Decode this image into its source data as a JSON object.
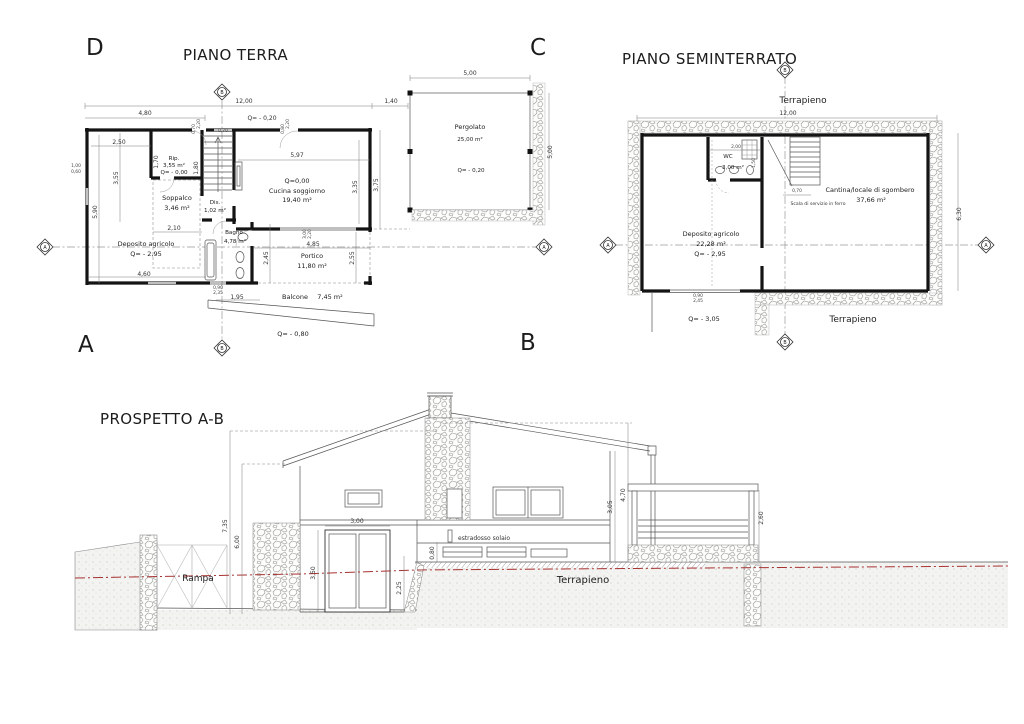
{
  "markers": {
    "a": "A",
    "b": "B"
  },
  "pt": {
    "letter_top": "D",
    "letter_bottom": "A",
    "title": "PIANO TERRA",
    "q_top": "Q= - 0,20",
    "rooms": {
      "rip": {
        "name": "Rip.",
        "area": "3,55 m²",
        "q": "Q= - 0,00"
      },
      "soppalco": {
        "name": "Soppalco",
        "area": "3,46 m²"
      },
      "dis": {
        "name": "Dis.",
        "area": "1,02 m²"
      },
      "bagno": {
        "name": "Bagno",
        "area": "4,78 m²"
      },
      "deposito": {
        "name": "Deposito agricolo",
        "q": "Q= - 2,95"
      },
      "cucina": {
        "q": "Q=0,00",
        "name": "Cucina soggiorno",
        "area": "19,40 m²"
      },
      "portico": {
        "name": "Portico",
        "area": "11,80 m²"
      },
      "balcone": {
        "name": "Balcone",
        "area": "7,45 m²",
        "q": "Q= - 0,80"
      },
      "pergolato": {
        "name": "Pergolato",
        "area": "25,00 m²",
        "q": "Q= - 0,20"
      }
    },
    "dims": {
      "total_w": "12,00",
      "left_w": "4,80",
      "gap_w": "1,40",
      "door_top1_w": "0,70",
      "door_top1_h": "2,20",
      "win_top_w": "0,70",
      "door_top2_w": "0,80",
      "door_top2_h": "2,20",
      "dep_w": "2,50",
      "rip_h": "1,70",
      "stair_w": "1,80",
      "win_left_w": "1,00",
      "win_left_h": "0,60",
      "dep_n_h": "3,55",
      "dep_h": "5,90",
      "sopp_w": "2,10",
      "cucina_w": "5,97",
      "cucina_h": "3,35",
      "east_h": "3,75",
      "bagno_h": "2,45",
      "portico_w": "4,85",
      "portico_h": "2,55",
      "door_portico_w": "3,00",
      "door_portico_h": "2,20",
      "bottom_w": "4,60",
      "door_bottom_w": "0,90",
      "door_bottom_h": "2,35",
      "balcone_w": "1,95",
      "pergolato_w": "5,00",
      "pergolato_h": "5,00"
    }
  },
  "ps": {
    "letter_top": "C",
    "letter_bottom": "B",
    "title": "PIANO SEMINTERRATO",
    "terrapieno_top": "Terrapieno",
    "terrapieno_bottom": "Terrapieno",
    "q_court": "Q= - 3,05",
    "note_stair": "Scala di servizio in ferro",
    "rooms": {
      "wc": {
        "name": "WC",
        "area": "3,00 m²"
      },
      "cantina": {
        "name": "Cantina/locale di sgombero",
        "area": "37,66 m²"
      },
      "deposito": {
        "name": "Deposito agricolo",
        "area": "22,28 m²",
        "q": "Q= - 2,95"
      }
    },
    "dims": {
      "total_w": "12,00",
      "total_h": "6,30",
      "wc_w": "2,00",
      "wc_h": "1,50",
      "stair_w": "0,70",
      "door_w": "0,90",
      "door_h": "2,45"
    }
  },
  "pr": {
    "title": "PROSPETTO A-B",
    "labels": {
      "rampa": "Rampa",
      "terrapieno": "Terrapieno",
      "estradosso": "estradosso solaio"
    },
    "dims": {
      "h_ridge": "7,35",
      "h_eave": "6,00",
      "door_w": "3,00",
      "door_h": "3,50",
      "base_h": "2,25",
      "slab_h": "0,80",
      "h_eave_right": "3,05",
      "h_max_right": "4,70",
      "pergola_h": "2,60"
    },
    "colors": {
      "terrain_line": "#a83232"
    }
  }
}
